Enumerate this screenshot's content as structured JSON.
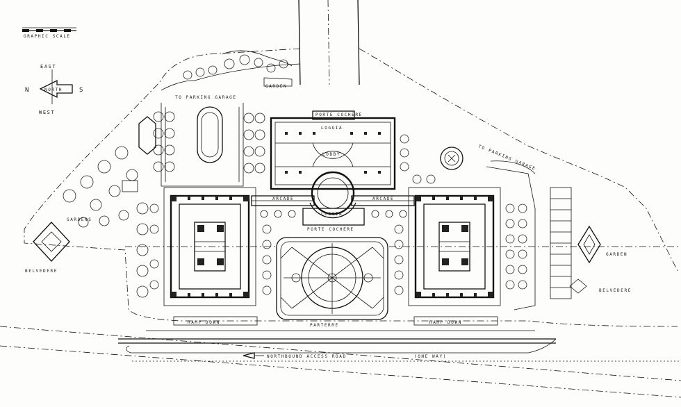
{
  "scale": {
    "label": "GRAPHIC SCALE"
  },
  "compass": {
    "top": "EAST",
    "bottom": "WEST",
    "left": "N",
    "right": "S",
    "arrow": "NORTH"
  },
  "labels": {
    "garden_top": "GARDEN",
    "to_parking_garage_left": "TO PARKING GARAGE",
    "porte_cochere_top": "PORTE COCHERE",
    "loggia_top": "LOGGIA",
    "lobby": "LOBBY",
    "to_parking_garage_right": "TO PARKING GARAGE",
    "arcade_left": "ARCADE",
    "arcade_right": "ARCADE",
    "loggia_center": "LOGGIA",
    "porte_cochere_center": "PORTE COCHERE",
    "gardens_left": "GARDENS",
    "belvedere_left": "BELVEDERE",
    "garden_right": "GARDEN",
    "belvedere_right": "BELVEDERE",
    "parterre": "PARTERRE",
    "ramp_down_left": "RAMP DOWN",
    "ramp_down_right": "RAMP DOWN",
    "access_road": "NORTHBOUND ACCESS ROAD",
    "one_way": "(ONE WAY)"
  }
}
